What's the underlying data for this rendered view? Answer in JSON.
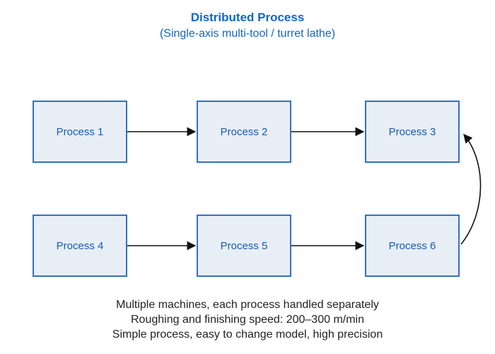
{
  "diagram": {
    "title": "Distributed Process",
    "subtitle": "(Single-axis multi-tool / turret lathe)",
    "nodes": [
      {
        "id": "p1",
        "label": "Process 1"
      },
      {
        "id": "p2",
        "label": "Process 2"
      },
      {
        "id": "p3",
        "label": "Process 3"
      },
      {
        "id": "p4",
        "label": "Process 4"
      },
      {
        "id": "p5",
        "label": "Process 5"
      },
      {
        "id": "p6",
        "label": "Process 6"
      }
    ],
    "edges": [
      {
        "from": "p1",
        "to": "p2"
      },
      {
        "from": "p2",
        "to": "p3"
      },
      {
        "from": "p4",
        "to": "p5"
      },
      {
        "from": "p5",
        "to": "p6"
      },
      {
        "from": "p6",
        "to": "p3"
      }
    ],
    "notes": [
      "Multiple machines, each process handled separately",
      "Roughing and finishing speed: 200–300 m/min",
      "Simple process, easy to change model, high precision"
    ],
    "colors": {
      "title": "#1266c6",
      "box_fill": "#e7eef6",
      "box_border": "#2f72c4",
      "arrow": "#111111"
    }
  }
}
